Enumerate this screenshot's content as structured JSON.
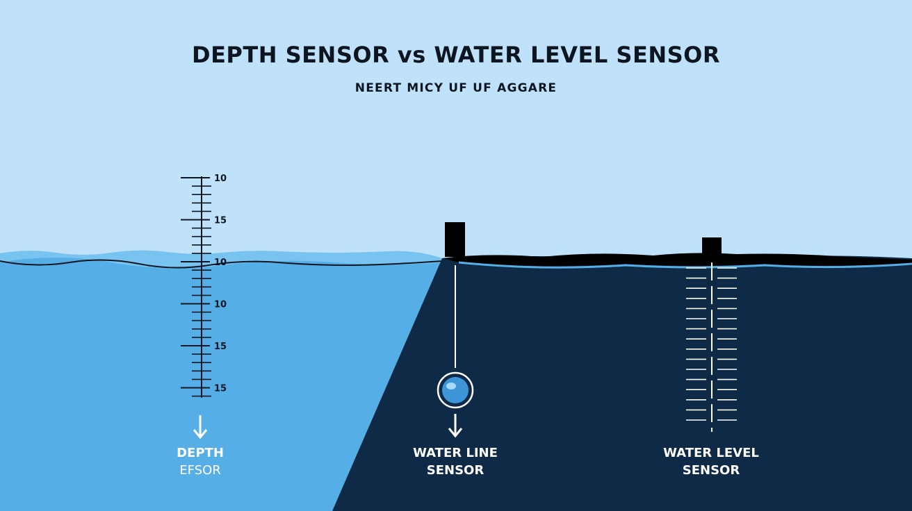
{
  "title": "DEPTH SENSOR vs WATER LEVEL SENSOR",
  "subtitle": "NEERT MICY UF UF AGGARE",
  "colors": {
    "sky": "#bfe2fa",
    "water_light": "#55aee6",
    "water_dark": "#0e2a47",
    "surface_band": "#79c3f1",
    "ink": "#0d1620",
    "white": "#ffffff"
  },
  "depth_scale": {
    "tick_labels": [
      "10",
      "15",
      "10",
      "10",
      "15",
      "15"
    ]
  },
  "sensors": [
    {
      "id": "depth",
      "line1": "DEPTH",
      "line2": "EFSOR",
      "icon": "down-arrow-icon"
    },
    {
      "id": "water-line",
      "line1": "WATER LINE",
      "line2": "SENSOR",
      "icon": "float-bubble-icon"
    },
    {
      "id": "water-level",
      "line1": "WATER LEVEL",
      "line2": "SENSOR",
      "icon": "level-gauge-icon"
    }
  ]
}
